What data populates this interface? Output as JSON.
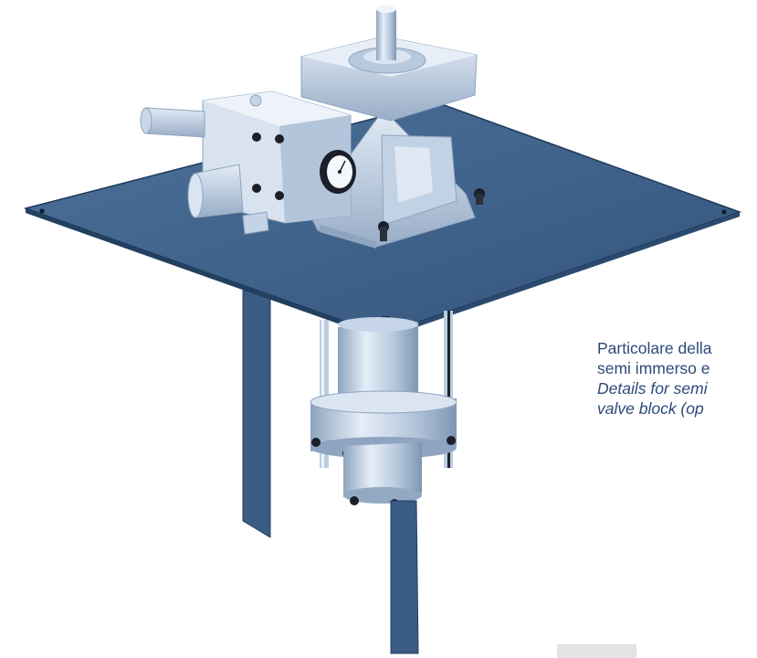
{
  "caption": {
    "it_line1": "Particolare della",
    "it_line2": "semi immerso e",
    "en_line1": "Details for semi",
    "en_line2": "valve block (op"
  },
  "colors": {
    "plate": "#3c5f86",
    "plate_edge": "#1f3858",
    "metal_light": "#d4e0ee",
    "metal_mid": "#a9bcd3",
    "metal_dark": "#7d93b0",
    "caption_text": "#2d4a7a"
  },
  "icons": {
    "pump_unit": "pump-assembly-illustration",
    "pressure_gauge": "pressure-gauge-icon"
  }
}
